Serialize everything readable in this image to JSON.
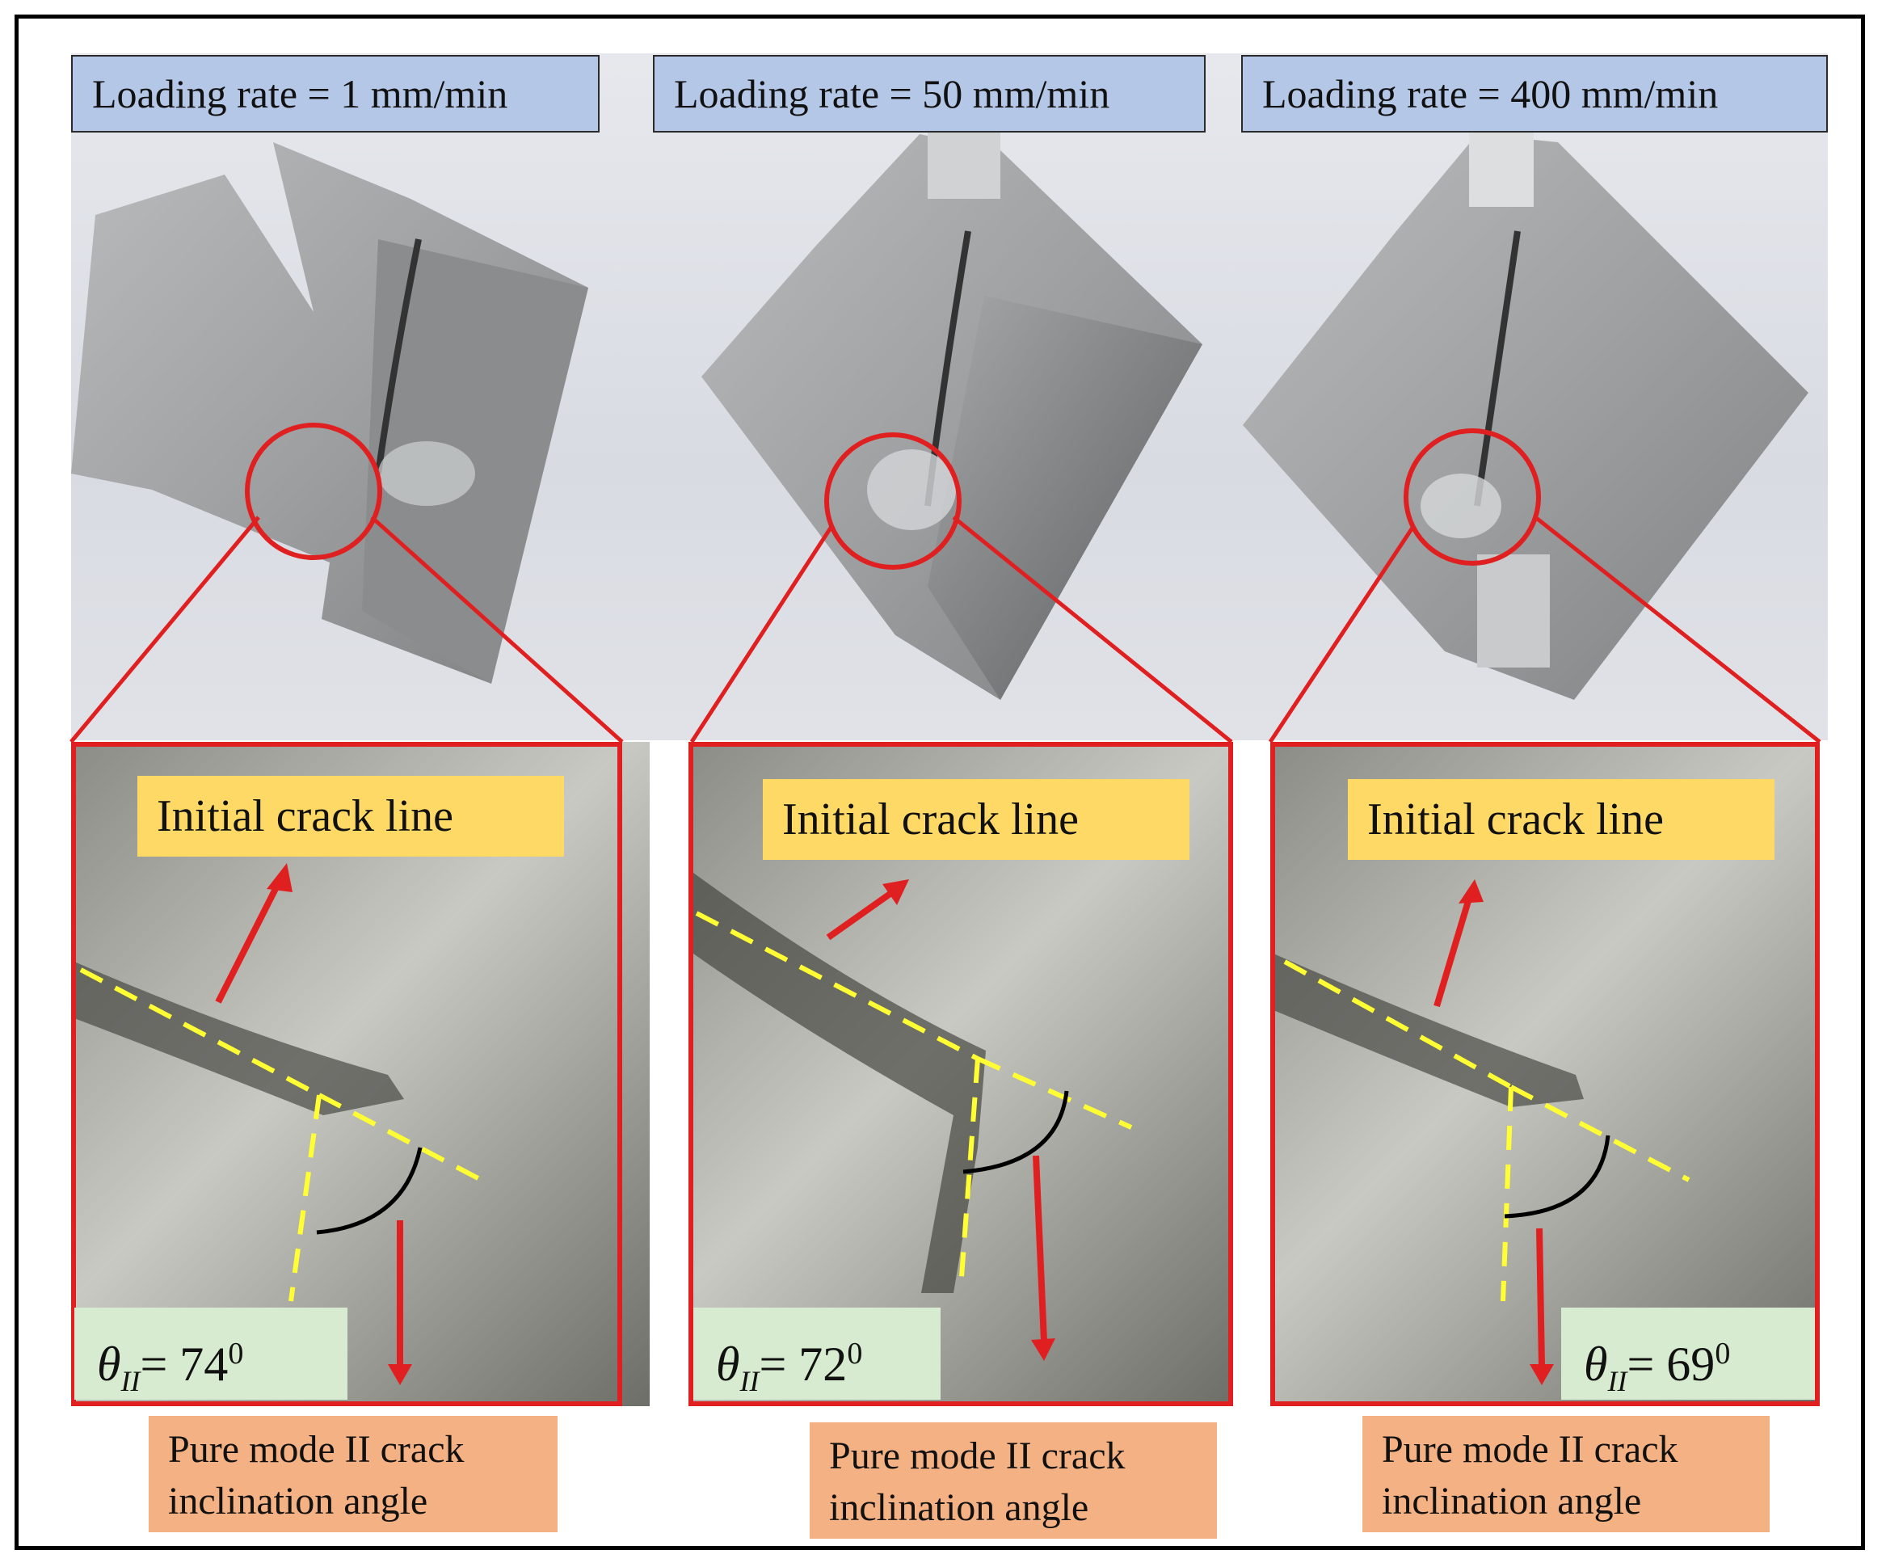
{
  "panels": [
    {
      "rate_label": "Loading rate = 1 mm/min",
      "crack_label": "Initial crack line",
      "angle_prefix": "θ",
      "angle_sub": "II",
      "angle_eq": "= 74",
      "angle_sup": "0",
      "mode_line1": "Pure mode II crack",
      "mode_line2": "inclination angle"
    },
    {
      "rate_label": "Loading rate = 50 mm/min",
      "crack_label": "Initial crack line",
      "angle_prefix": "θ",
      "angle_sub": "II",
      "angle_eq": "= 72",
      "angle_sup": "0",
      "mode_line1": "Pure mode II crack",
      "mode_line2": "inclination angle"
    },
    {
      "rate_label": "Loading rate = 400 mm/min",
      "crack_label": "Initial crack line",
      "angle_prefix": "θ",
      "angle_sub": "II",
      "angle_eq": "= 69",
      "angle_sup": "0",
      "mode_line1": "Pure mode II crack",
      "mode_line2": "inclination angle"
    }
  ],
  "colors": {
    "highlight": "#e02020",
    "dashed": "#ffff33",
    "rate_bg": "#b4c7e7",
    "crack_bg": "#ffd966",
    "angle_bg": "#d6ebcf",
    "mode_bg": "#f4b183"
  }
}
